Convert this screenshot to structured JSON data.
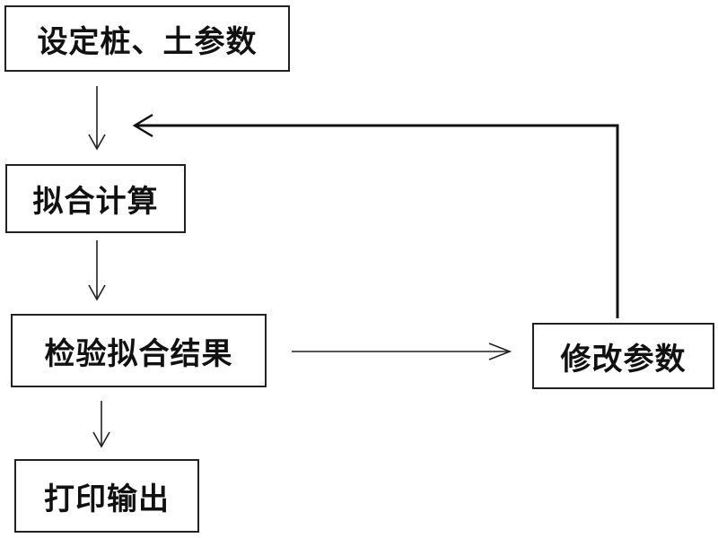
{
  "steps": {
    "set_params": "设定桩、土参数",
    "fit_calc": "拟合计算",
    "check_result": "检验拟合结果",
    "modify_params": "修改参数",
    "print_output": "打印输出"
  }
}
